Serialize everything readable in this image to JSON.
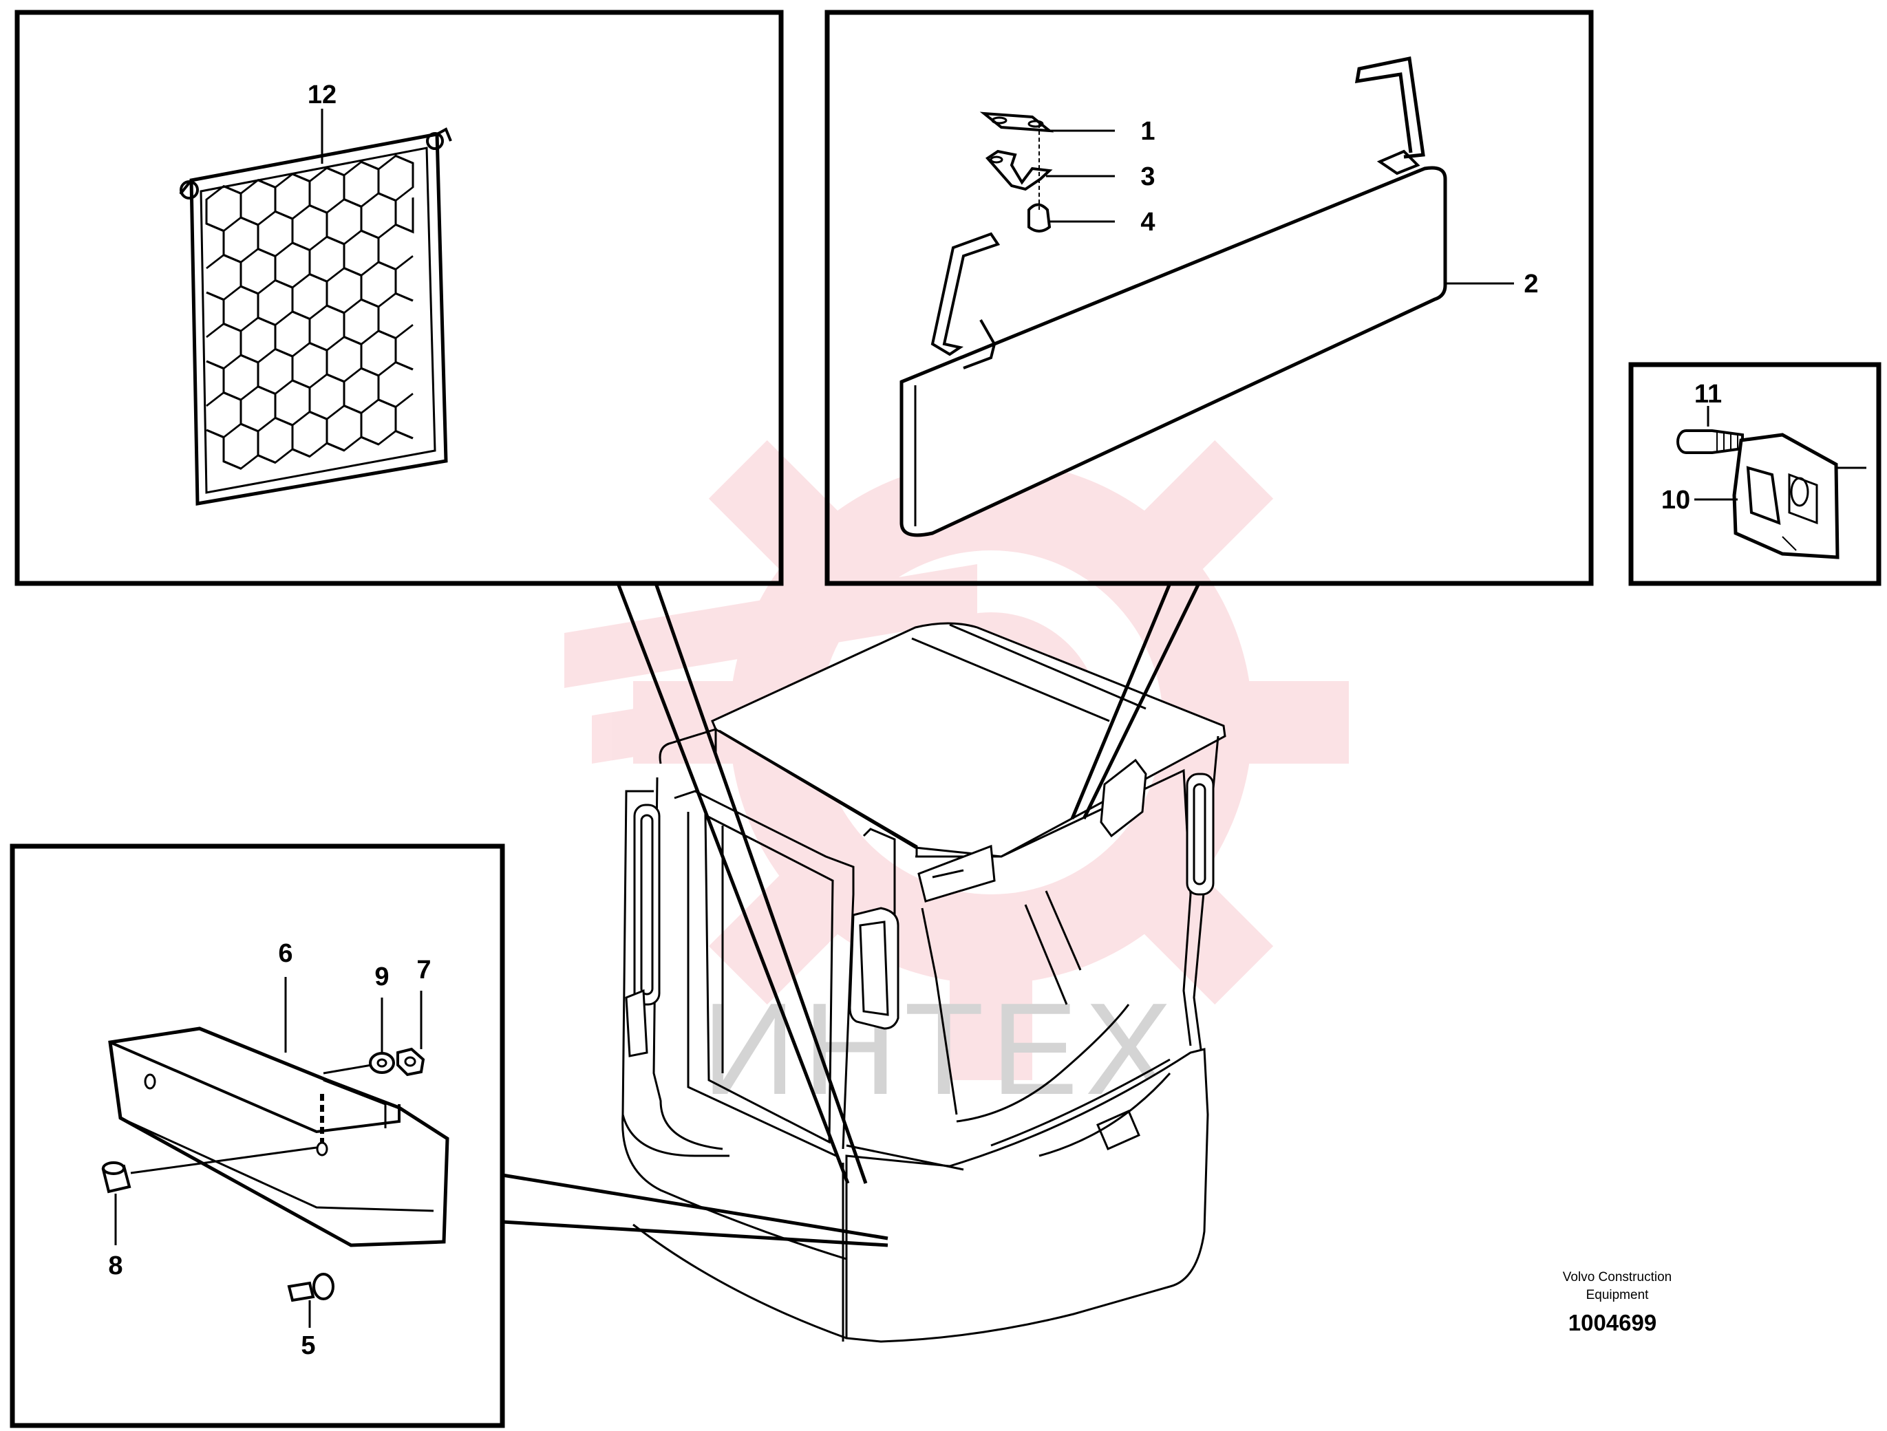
{
  "callouts": {
    "c1": "1",
    "c2": "2",
    "c3": "3",
    "c4": "4",
    "c5": "5",
    "c6": "6",
    "c7": "7",
    "c8": "8",
    "c9": "9",
    "c10": "10",
    "c11": "11",
    "c12": "12"
  },
  "watermark": {
    "text": "ИНТЕХ",
    "color": "#e8283c"
  },
  "credit": {
    "line1": "Volvo Construction",
    "line2": "Equipment"
  },
  "drawing_number": "1004699"
}
